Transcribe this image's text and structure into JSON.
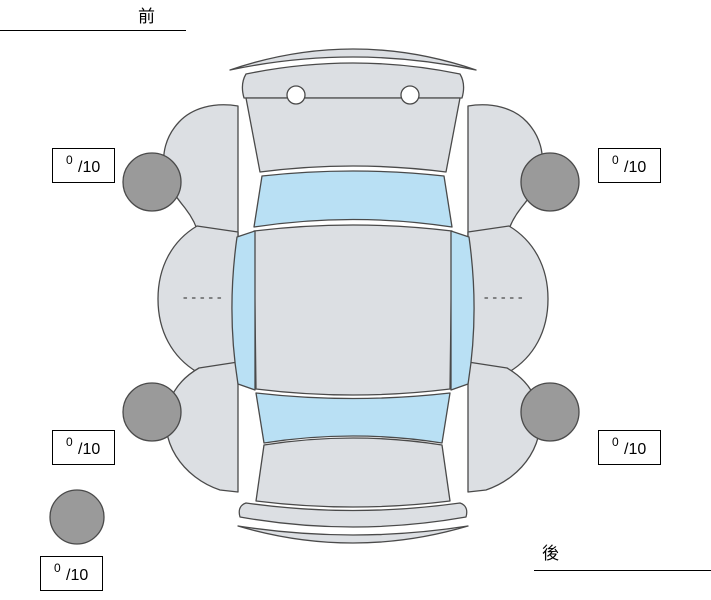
{
  "labels": {
    "front": "前",
    "rear": "後"
  },
  "score_unit": "/10",
  "scores": {
    "front_left": "0",
    "front_right": "0",
    "rear_left": "0",
    "rear_right": "0",
    "spare": "0"
  },
  "diagram": {
    "colors": {
      "body": "#dcdfe3",
      "window": "#b9e0f4",
      "tire": "#9a9a9a",
      "detail": "#ffffff"
    }
  }
}
